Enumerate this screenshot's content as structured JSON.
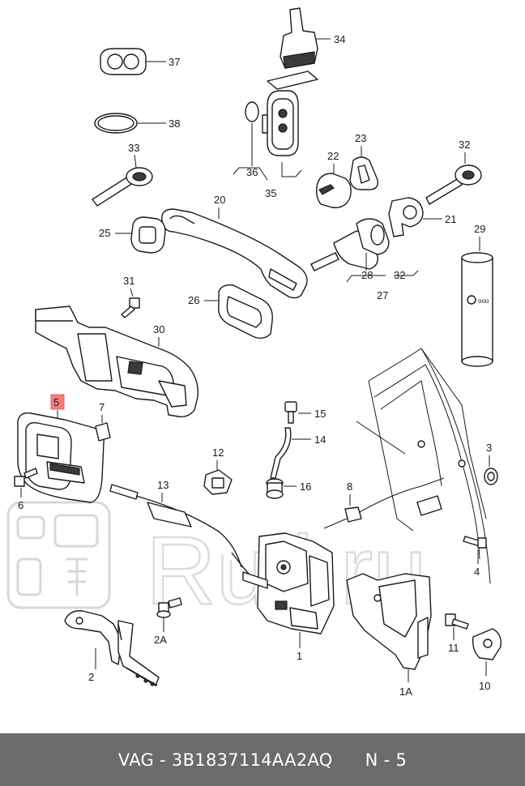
{
  "diagram": {
    "callouts": [
      "34",
      "37",
      "38",
      "33",
      "36",
      "35",
      "23",
      "22",
      "32",
      "20",
      "21",
      "29",
      "25",
      "28",
      "32",
      "27",
      "31",
      "26",
      "30",
      "5",
      "7",
      "15",
      "14",
      "3",
      "12",
      "13",
      "16",
      "8",
      "6",
      "4",
      "1",
      "2A",
      "11",
      "2",
      "1A",
      "10"
    ],
    "highlighted_callout": "5",
    "highlight_color": "#f08080",
    "watermark": "Rull.ru"
  },
  "footer": {
    "part_code": "VAG - 3B1837114AA2AQ",
    "page_ref": "N - 5"
  }
}
